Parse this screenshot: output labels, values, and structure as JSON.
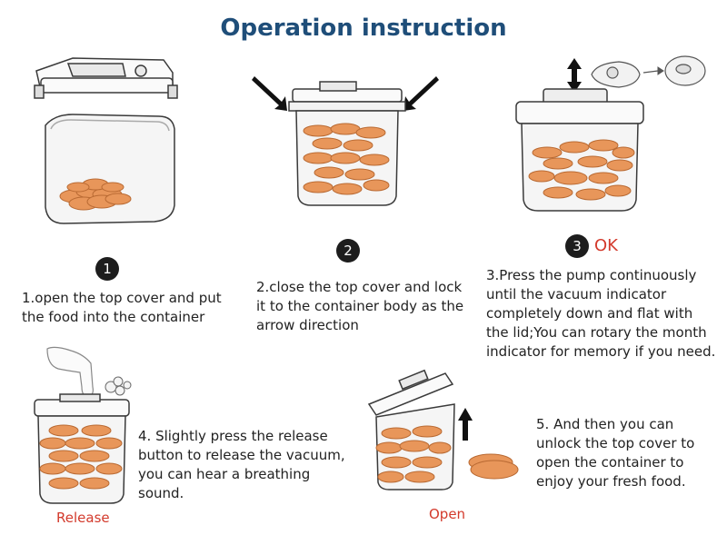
{
  "title": "Operation instruction",
  "steps": [
    {
      "number": "1",
      "text": "1.open the top cover and put the food into the container"
    },
    {
      "number": "2",
      "text": "2.close the top cover and lock it to the container body as the arrow direction"
    },
    {
      "number": "3",
      "status": "OK",
      "text": "3.Press the pump continuously until the vacuum indicator completely down and flat with the lid;You can rotary the month indicator for memory if you need."
    },
    {
      "number": "4",
      "text": "4. Slightly press the release button to release the vacuum, you can hear a breathing sound.",
      "label": "Release"
    },
    {
      "number": "5",
      "text": "5. And then you can unlock the top cover to open the container to enjoy your fresh food.",
      "label": "Open"
    }
  ],
  "colors": {
    "title": "#1f4e79",
    "accent_red": "#d33a2c",
    "cookie": "#e8965a",
    "outline": "#3a3a3a"
  },
  "icons": [
    "black-arrow-icon",
    "up-down-arrow-icon",
    "right-arrow-icon",
    "up-arrow-icon",
    "hand-press-icon",
    "steam-puff-icon"
  ]
}
